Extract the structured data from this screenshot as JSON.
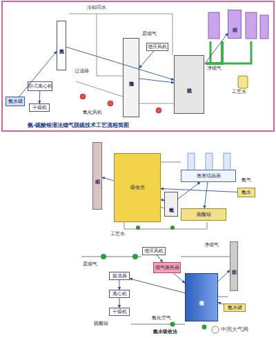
{
  "diagram": {
    "title": "氨-硫酸铵湿法烟气脱硫技术工艺流程简图",
    "caption": "氨水吸收法",
    "nodes": [
      {
        "text": [
          "氨水罐"
        ]
      },
      {
        "text": [
          "蒸氨塔"
        ]
      },
      {
        "text": [
          "卧式离心机"
        ]
      },
      {
        "text": [
          "干燥机"
        ]
      },
      {
        "text": [
          "冷却洗涤塔"
        ]
      },
      {
        "text": [
          "脱硫塔"
        ]
      },
      {
        "text": [
          "增压风机"
        ]
      },
      {
        "text": [
          "烟囱"
        ]
      },
      {
        "text": [
          "烟囱"
        ]
      },
      {
        "text": [
          "吸收塔"
        ]
      },
      {
        "text": [
          "氧化槽"
        ]
      },
      {
        "text": [
          "蒸发结晶器"
        ]
      },
      {
        "text": [
          "硫酸铵"
        ]
      },
      {
        "text": [
          "氨水"
        ]
      },
      {
        "text": [
          "增压风机"
        ]
      },
      {
        "text": [
          "烟气换热器"
        ]
      },
      {
        "text": [
          "吸收塔"
        ]
      },
      {
        "text": [
          "烟囱"
        ]
      },
      {
        "text": [
          "旋流器"
        ]
      },
      {
        "text": [
          "离心机"
        ]
      },
      {
        "text": [
          "干燥机"
        ]
      },
      {
        "text": [
          "氨水罐"
        ]
      }
    ],
    "edges": [
      {
        "from": 0,
        "to": 1,
        "arrow": "to"
      },
      {
        "from": 2,
        "to": 3,
        "arrow": "to"
      },
      {
        "from": 6,
        "to": 4,
        "arrow": "to"
      },
      {
        "from": 4,
        "to": 5,
        "arrow": "to"
      },
      {
        "from": 1,
        "to": 5,
        "arrow": "to"
      },
      {
        "from": 5,
        "to": 7,
        "arrow": "to"
      },
      {
        "from": 9,
        "to": 8,
        "arrow": "to"
      },
      {
        "from": 9,
        "to": 10,
        "arrow": "to"
      },
      {
        "from": 10,
        "to": 11,
        "arrow": "to"
      },
      {
        "from": 11,
        "to": 12,
        "arrow": "to"
      },
      {
        "from": 13,
        "to": 9,
        "arrow": "to"
      },
      {
        "from": 14,
        "to": 15,
        "arrow": "to"
      },
      {
        "from": 15,
        "to": 16,
        "arrow": "to"
      },
      {
        "from": 16,
        "to": 17,
        "arrow": "to"
      },
      {
        "from": 16,
        "to": 18,
        "arrow": "to"
      },
      {
        "from": 18,
        "to": 19,
        "arrow": "to"
      },
      {
        "from": 19,
        "to": 20,
        "arrow": "to"
      },
      {
        "from": 21,
        "to": 16,
        "arrow": "to"
      }
    ],
    "labels": [
      "冷却回水",
      "原烟气",
      "净烟气",
      "工艺水",
      "过滤器",
      "氧化风机",
      "工艺水",
      "氨气",
      "原烟气",
      "净烟气",
      "氧化空气",
      "硫酸铵",
      "中国大气网"
    ]
  }
}
